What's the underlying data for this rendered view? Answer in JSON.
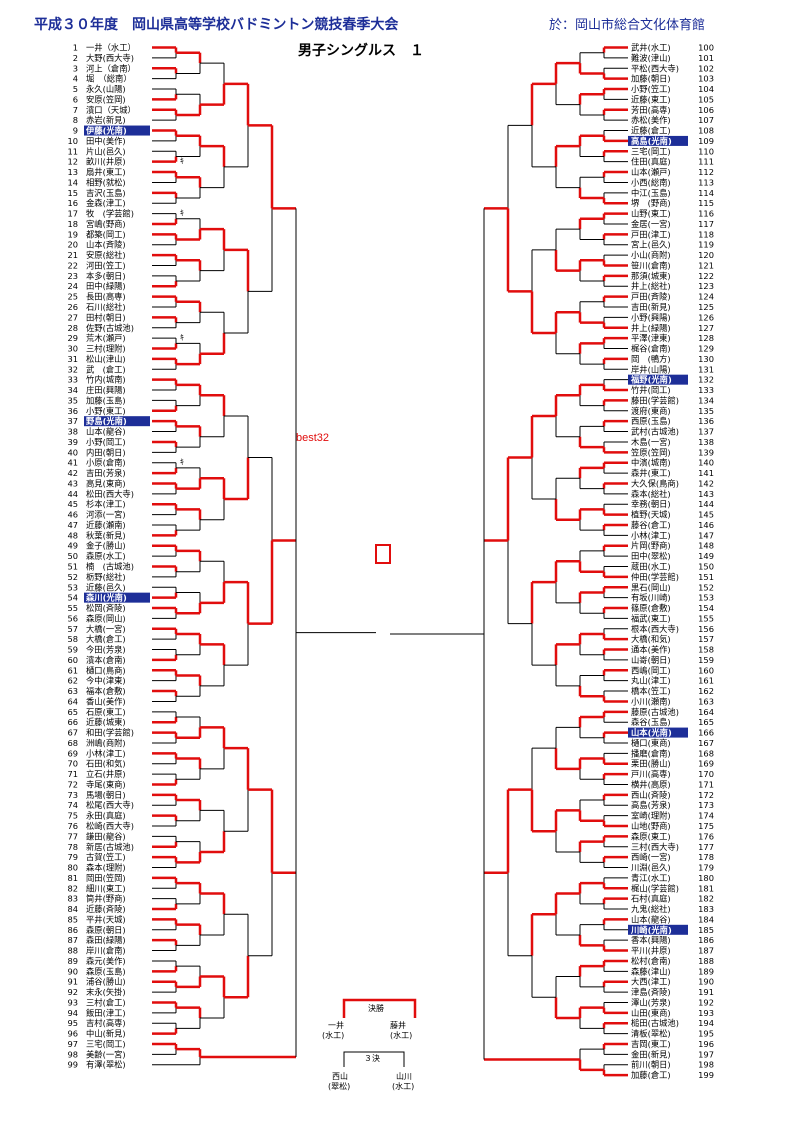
{
  "header": {
    "title": "平成３０年度　岡山県高等学校バドミントン競技春季大会",
    "venue": "於：岡山市総合文化体育館",
    "subtitle": "男子シングルス　１"
  },
  "colors": {
    "line": "#e10d0d",
    "accent": "#1d2e98",
    "highlight_bg": "#1d2e98"
  },
  "best_label": "best32",
  "left_players": [
    {
      "n": "1",
      "t": "一井（水工）"
    },
    {
      "n": "2",
      "t": "大野(西大寺)"
    },
    {
      "n": "3",
      "t": "河上（倉南）"
    },
    {
      "n": "4",
      "t": "堀　（総南）"
    },
    {
      "n": "5",
      "t": "永久(山陽)"
    },
    {
      "n": "6",
      "t": "安原(笠岡)"
    },
    {
      "n": "7",
      "t": "濱口（天城）"
    },
    {
      "n": "8",
      "t": "赤岩(新見)"
    },
    {
      "n": "9",
      "t": "伊藤(光南)",
      "h": true
    },
    {
      "n": "10",
      "t": "田中(美作)"
    },
    {
      "n": "11",
      "t": "片山(邑久)"
    },
    {
      "n": "12",
      "t": "畝川(井原)",
      "m": "ｷ"
    },
    {
      "n": "13",
      "t": "扇井(東工)"
    },
    {
      "n": "14",
      "t": "相野(就松)"
    },
    {
      "n": "15",
      "t": "吉沢(玉島)"
    },
    {
      "n": "16",
      "t": "金森(津工)"
    },
    {
      "n": "17",
      "t": "牧　(学芸館)",
      "m": "ｷ"
    },
    {
      "n": "18",
      "t": "宮嶋(野商)"
    },
    {
      "n": "19",
      "t": "都築(岡工)"
    },
    {
      "n": "20",
      "t": "山本(斉陵)"
    },
    {
      "n": "21",
      "t": "安原(総社)"
    },
    {
      "n": "22",
      "t": "河田(笠工)"
    },
    {
      "n": "23",
      "t": "本多(朝日)"
    },
    {
      "n": "24",
      "t": "田中(緑陽)"
    },
    {
      "n": "25",
      "t": "長田(高専)"
    },
    {
      "n": "26",
      "t": "石川(総社)"
    },
    {
      "n": "27",
      "t": "田村(朝日)"
    },
    {
      "n": "28",
      "t": "佐野(古城池)"
    },
    {
      "n": "29",
      "t": "荒木(瀬戸)",
      "m": "ｷ"
    },
    {
      "n": "30",
      "t": "三村(理附)"
    },
    {
      "n": "31",
      "t": "松山(津山)"
    },
    {
      "n": "32",
      "t": "武　(倉工)"
    },
    {
      "n": "33",
      "t": "竹内(城南)"
    },
    {
      "n": "34",
      "t": "庄田(興陽)"
    },
    {
      "n": "35",
      "t": "加藤(玉島)"
    },
    {
      "n": "36",
      "t": "小野(東工)"
    },
    {
      "n": "37",
      "t": "野島(光南)",
      "h": true
    },
    {
      "n": "38",
      "t": "山本(龍谷)"
    },
    {
      "n": "39",
      "t": "小野(岡工)"
    },
    {
      "n": "40",
      "t": "内田(朝日)"
    },
    {
      "n": "41",
      "t": "小原(倉南)",
      "m": "ｷ"
    },
    {
      "n": "42",
      "t": "吉田(芳泉)"
    },
    {
      "n": "43",
      "t": "高見(東商)"
    },
    {
      "n": "44",
      "t": "松田(西大寺)"
    },
    {
      "n": "45",
      "t": "杉本(津工)"
    },
    {
      "n": "46",
      "t": "河添(一宮)"
    },
    {
      "n": "47",
      "t": "近藤(瀬南)"
    },
    {
      "n": "48",
      "t": "秋葉(新見)"
    },
    {
      "n": "49",
      "t": "金子(勝山)"
    },
    {
      "n": "50",
      "t": "森原(水工)"
    },
    {
      "n": "51",
      "t": "楠　(古城池)"
    },
    {
      "n": "52",
      "t": "栃野(総社)"
    },
    {
      "n": "53",
      "t": "近藤(邑久)"
    },
    {
      "n": "54",
      "t": "森川(光南)",
      "h": true
    },
    {
      "n": "55",
      "t": "松岡(斉陵)"
    },
    {
      "n": "56",
      "t": "森原(岡山)"
    },
    {
      "n": "57",
      "t": "大橋(一宮)"
    },
    {
      "n": "58",
      "t": "大橋(倉工)"
    },
    {
      "n": "59",
      "t": "今田(芳泉)"
    },
    {
      "n": "60",
      "t": "濱本(倉南)"
    },
    {
      "n": "61",
      "t": "樋口(鳥商)"
    },
    {
      "n": "62",
      "t": "今中(津東)"
    },
    {
      "n": "63",
      "t": "福本(倉敷)"
    },
    {
      "n": "64",
      "t": "香山(美作)"
    },
    {
      "n": "65",
      "t": "石原(東工)"
    },
    {
      "n": "66",
      "t": "近藤(城東)"
    },
    {
      "n": "67",
      "t": "和田(学芸館)"
    },
    {
      "n": "68",
      "t": "洲嶋(商附)"
    },
    {
      "n": "69",
      "t": "小林(津工)"
    },
    {
      "n": "70",
      "t": "石田(和気)"
    },
    {
      "n": "71",
      "t": "立石(井原)"
    },
    {
      "n": "72",
      "t": "寺尾(東商)"
    },
    {
      "n": "73",
      "t": "馬場(朝日)"
    },
    {
      "n": "74",
      "t": "松尾(西大寺)"
    },
    {
      "n": "75",
      "t": "永田(真庭)"
    },
    {
      "n": "76",
      "t": "松崎(西大寺)"
    },
    {
      "n": "77",
      "t": "鎌田(龍谷)"
    },
    {
      "n": "78",
      "t": "新居(古城池)"
    },
    {
      "n": "79",
      "t": "古賀(笠工)"
    },
    {
      "n": "80",
      "t": "森本(理附)"
    },
    {
      "n": "81",
      "t": "岡田(笠岡)"
    },
    {
      "n": "82",
      "t": "細川(東工)"
    },
    {
      "n": "83",
      "t": "筒井(野商)"
    },
    {
      "n": "84",
      "t": "近藤(斉陵)"
    },
    {
      "n": "85",
      "t": "平井(天城)"
    },
    {
      "n": "86",
      "t": "森原(朝日)"
    },
    {
      "n": "87",
      "t": "森田(緑陽)"
    },
    {
      "n": "88",
      "t": "岸川(倉南)"
    },
    {
      "n": "89",
      "t": "森元(美作)"
    },
    {
      "n": "90",
      "t": "森原(玉島)"
    },
    {
      "n": "91",
      "t": "浦谷(勝山)"
    },
    {
      "n": "92",
      "t": "末永(矢掛)"
    },
    {
      "n": "93",
      "t": "三村(倉工)"
    },
    {
      "n": "94",
      "t": "飯田(津工)"
    },
    {
      "n": "95",
      "t": "吉村(高専)"
    },
    {
      "n": "96",
      "t": "中山(新見)"
    },
    {
      "n": "97",
      "t": "三宅(岡工)"
    },
    {
      "n": "98",
      "t": "美齢(一宮)"
    },
    {
      "n": "99",
      "t": "有澤(翠松)"
    }
  ],
  "right_players": [
    {
      "n": "100",
      "t": "武井(水工)"
    },
    {
      "n": "101",
      "t": "難波(津山)"
    },
    {
      "n": "102",
      "t": "平松(西大寺)"
    },
    {
      "n": "103",
      "t": "加藤(朝日)"
    },
    {
      "n": "104",
      "t": "小野(笠工)"
    },
    {
      "n": "105",
      "t": "近藤(東工)"
    },
    {
      "n": "106",
      "t": "芳田(高専)"
    },
    {
      "n": "107",
      "t": "赤松(美作)"
    },
    {
      "n": "108",
      "t": "近藤(倉工)"
    },
    {
      "n": "109",
      "t": "高島(光南)",
      "h": true
    },
    {
      "n": "110",
      "t": "三宅(岡工)"
    },
    {
      "n": "111",
      "t": "住田(真庭)"
    },
    {
      "n": "112",
      "t": "山本(瀬戸)"
    },
    {
      "n": "113",
      "t": "小西(総南)"
    },
    {
      "n": "114",
      "t": "中江(玉島)"
    },
    {
      "n": "115",
      "t": "堺　(野商)"
    },
    {
      "n": "116",
      "t": "山野(東工)"
    },
    {
      "n": "117",
      "t": "金居(一宮)"
    },
    {
      "n": "118",
      "t": "戸田(津工)"
    },
    {
      "n": "119",
      "t": "宮上(邑久)"
    },
    {
      "n": "120",
      "t": "小山(商附)"
    },
    {
      "n": "121",
      "t": "笹川(倉南)"
    },
    {
      "n": "122",
      "t": "那須(城東)"
    },
    {
      "n": "123",
      "t": "井上(総社)"
    },
    {
      "n": "124",
      "t": "戸田(斉陵)"
    },
    {
      "n": "125",
      "t": "吉田(新見)"
    },
    {
      "n": "126",
      "t": "小野(興陽)"
    },
    {
      "n": "127",
      "t": "井上(緑陽)"
    },
    {
      "n": "128",
      "t": "平澤(津東)"
    },
    {
      "n": "129",
      "t": "梶谷(倉南)"
    },
    {
      "n": "130",
      "t": "岡　(鴨方)"
    },
    {
      "n": "131",
      "t": "岸井(山陽)"
    },
    {
      "n": "132",
      "t": "福野(光南)",
      "h": true
    },
    {
      "n": "133",
      "t": "竹井(岡工)"
    },
    {
      "n": "134",
      "t": "藤田(学芸館)"
    },
    {
      "n": "135",
      "t": "渡府(東商)"
    },
    {
      "n": "136",
      "t": "西原(玉島)"
    },
    {
      "n": "137",
      "t": "武村(古城池)"
    },
    {
      "n": "138",
      "t": "木島(一宮)"
    },
    {
      "n": "139",
      "t": "笠原(笠岡)"
    },
    {
      "n": "140",
      "t": "中濱(城南)"
    },
    {
      "n": "141",
      "t": "森井(東工)"
    },
    {
      "n": "142",
      "t": "大久保(鳥商)"
    },
    {
      "n": "143",
      "t": "森本(総社)"
    },
    {
      "n": "144",
      "t": "幸務(朝日)"
    },
    {
      "n": "145",
      "t": "植野(天城)"
    },
    {
      "n": "146",
      "t": "藤谷(倉工)"
    },
    {
      "n": "147",
      "t": "小林(津工)"
    },
    {
      "n": "148",
      "t": "片岡(野商)"
    },
    {
      "n": "149",
      "t": "田中(翠松)"
    },
    {
      "n": "150",
      "t": "蔵田(水工)"
    },
    {
      "n": "151",
      "t": "仲田(学芸館)"
    },
    {
      "n": "152",
      "t": "黒石(岡山)"
    },
    {
      "n": "153",
      "t": "有坂(川崎)"
    },
    {
      "n": "154",
      "t": "篠原(倉敷)"
    },
    {
      "n": "155",
      "t": "福武(東工)"
    },
    {
      "n": "156",
      "t": "根本(西大寺)"
    },
    {
      "n": "157",
      "t": "大橋(和気)"
    },
    {
      "n": "158",
      "t": "通本(美作)"
    },
    {
      "n": "159",
      "t": "山嵜(朝日)"
    },
    {
      "n": "160",
      "t": "西嶋(岡工)"
    },
    {
      "n": "161",
      "t": "丸山(津工)"
    },
    {
      "n": "162",
      "t": "橋本(笠工)"
    },
    {
      "n": "163",
      "t": "小川(瀬南)"
    },
    {
      "n": "164",
      "t": "藤原(古城池)"
    },
    {
      "n": "165",
      "t": "森谷(玉島)"
    },
    {
      "n": "166",
      "t": "山本(光南)",
      "h": true
    },
    {
      "n": "167",
      "t": "樋口(東商)"
    },
    {
      "n": "168",
      "t": "播磨(倉南)"
    },
    {
      "n": "169",
      "t": "栗田(勝山)"
    },
    {
      "n": "170",
      "t": "戸川(高専)"
    },
    {
      "n": "171",
      "t": "横井(高原)"
    },
    {
      "n": "172",
      "t": "西山(斉陵)"
    },
    {
      "n": "173",
      "t": "高島(芳泉)"
    },
    {
      "n": "174",
      "t": "室崎(理附)"
    },
    {
      "n": "175",
      "t": "山地(野商)"
    },
    {
      "n": "176",
      "t": "森原(東工)"
    },
    {
      "n": "177",
      "t": "三村(西大寺)"
    },
    {
      "n": "178",
      "t": "西崎(一宮)"
    },
    {
      "n": "179",
      "t": "川淵(邑久)"
    },
    {
      "n": "180",
      "t": "青江(水工)"
    },
    {
      "n": "181",
      "t": "梶山(学芸館)"
    },
    {
      "n": "182",
      "t": "石村(真庭)"
    },
    {
      "n": "183",
      "t": "九鬼(総社)"
    },
    {
      "n": "184",
      "t": "山本(龍谷)"
    },
    {
      "n": "185",
      "t": "川崎(光南)",
      "h": true
    },
    {
      "n": "186",
      "t": "香本(興陽)"
    },
    {
      "n": "187",
      "t": "平川(井原)"
    },
    {
      "n": "188",
      "t": "松村(倉南)"
    },
    {
      "n": "189",
      "t": "森藤(津山)"
    },
    {
      "n": "190",
      "t": "大西(津工)"
    },
    {
      "n": "191",
      "t": "津島(斉陵)"
    },
    {
      "n": "192",
      "t": "澤山(芳泉)"
    },
    {
      "n": "193",
      "t": "山田(東商)"
    },
    {
      "n": "194",
      "t": "槌田(古城池)"
    },
    {
      "n": "195",
      "t": "清板(翠松)"
    },
    {
      "n": "196",
      "t": "吉岡(東工)"
    },
    {
      "n": "197",
      "t": "金田(新見)"
    },
    {
      "n": "198",
      "t": "前川(朝日)"
    },
    {
      "n": "199",
      "t": "加藤(倉工)"
    }
  ],
  "finals": {
    "final_label": "決勝",
    "final_left": {
      "name": "一井",
      "school": "(水工)"
    },
    "final_right": {
      "name": "藤井",
      "school": "(水工)"
    },
    "third_label": "３決",
    "third_left": {
      "name": "西山",
      "school": "(翠松)"
    },
    "third_right": {
      "name": "山川",
      "school": "(水工)"
    }
  }
}
